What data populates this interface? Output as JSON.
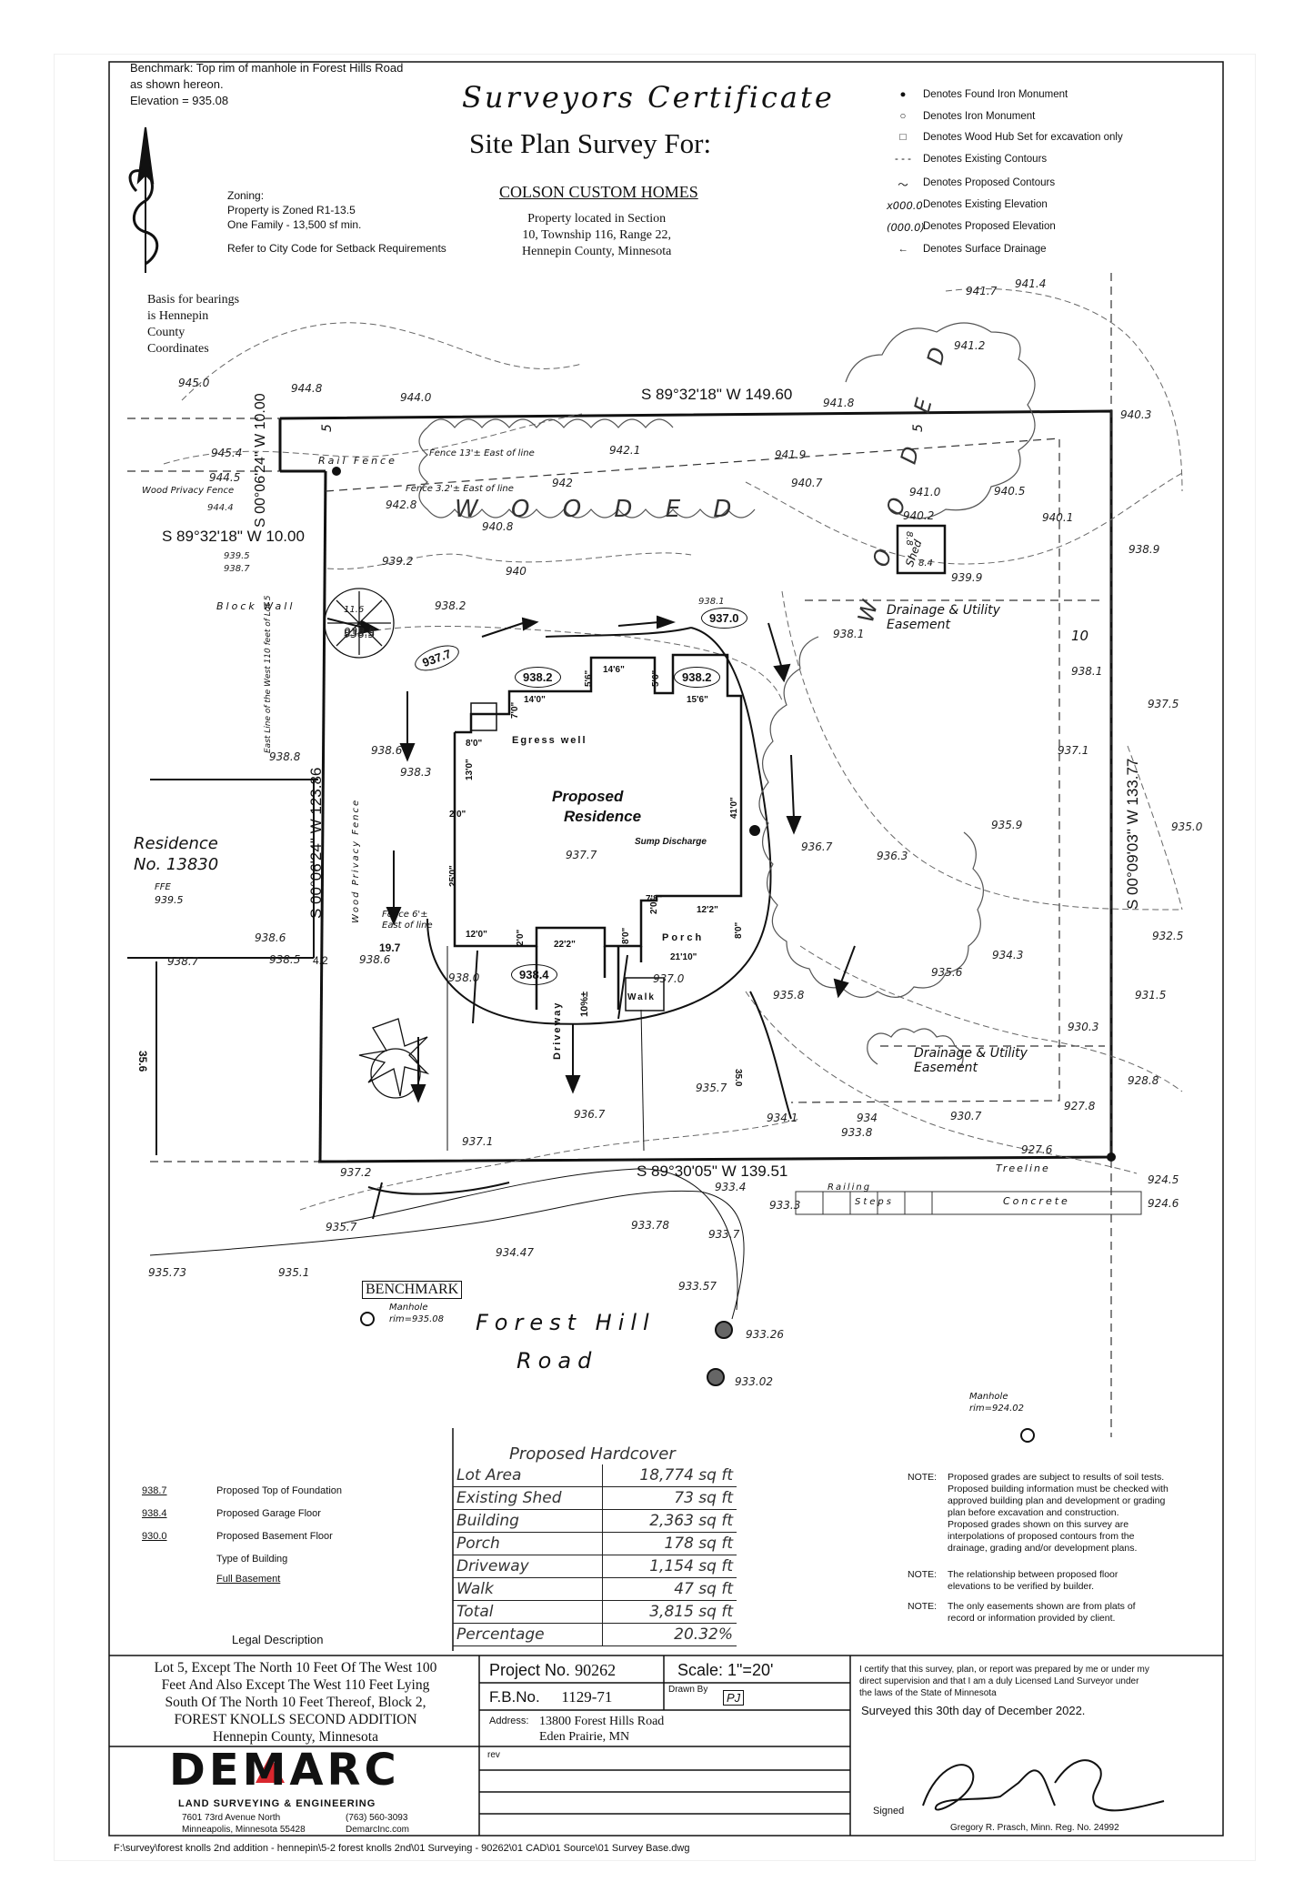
{
  "benchmark_note": [
    "Benchmark: Top rim of manhole in Forest Hills Road",
    "as shown hereon.",
    "Elevation = 935.08"
  ],
  "title": {
    "certificate": "Surveyors Certificate",
    "site_plan": "Site Plan Survey For:",
    "client": "COLSON CUSTOM HOMES",
    "location": [
      "Property located in Section",
      "10, Township 116, Range 22,",
      "Hennepin County, Minnesota"
    ]
  },
  "zoning": {
    "heading": "Zoning:",
    "lines": [
      "Property is Zoned R1-13.5",
      "One Family - 13,500 sf min."
    ],
    "setback": "Refer to City Code for Setback Requirements"
  },
  "bearings_basis": [
    "Basis for bearings",
    "is Hennepin",
    "County",
    "Coordinates"
  ],
  "legend": [
    {
      "symbol": "●",
      "label": "Denotes Found Iron Monument"
    },
    {
      "symbol": "○",
      "label": "Denotes Iron Monument"
    },
    {
      "symbol": "□",
      "label": "Denotes Wood Hub Set for excavation only"
    },
    {
      "symbol": "- - -",
      "label": "Denotes Existing Contours"
    },
    {
      "symbol": "〜",
      "label": "Denotes Proposed Contours"
    },
    {
      "symbol": "x000.0",
      "label": "Denotes Existing Elevation"
    },
    {
      "symbol": "(000.0)",
      "label": "Denotes Proposed Elevation"
    },
    {
      "symbol": "←",
      "label": "Denotes Surface Drainage"
    }
  ],
  "boundary": {
    "north": "S 89°32'18\" W 149.60",
    "south": "S 89°30'05\" W 139.51",
    "east": "S 00°09'03\" W 133.77",
    "west": "S 00°06'24\" W 123.86",
    "west_top": "S 00°06'24\" W 10.00",
    "jog": "S 89°32'18\" W 10.00"
  },
  "plan_labels": {
    "wooded_top": "W O O D E D",
    "wooded_right": "W O O D E D",
    "rail_fence": "Rail Fence",
    "fence_13": "Fence 13'± East of line",
    "fence_32": "Fence 3.2'± East of line",
    "wood_privacy": "Wood Privacy Fence",
    "block_wall": "Block Wall",
    "drainage_1": "Drainage & Utility Easement",
    "drainage_2": "Drainage & Utility Easement",
    "residence": "Residence",
    "residence_no": "No. 13830",
    "ffe": "FFE",
    "ffe_val": "939.5",
    "proposed": "Proposed",
    "residence_label": "Residence",
    "egress": "Egress well",
    "sump": "Sump Discharge",
    "porch": "Porch",
    "walk": "Walk",
    "driveway": "Driveway",
    "driveway_slope": "10%±",
    "shed": "Shed",
    "benchmark": "BENCHMARK",
    "manhole": "Manhole",
    "manhole_rim": "rim=935.08",
    "road1": "Forest Hill",
    "road2": "Road",
    "manhole2": "Manhole",
    "manhole2_rim": "rim=924.02",
    "treeline": "Treeline",
    "concrete": "Concrete",
    "steps": "Steps",
    "railing": "Railing",
    "east_line_lot": "East Line of the West 110 feet of Lot 5",
    "fence_6": "Fence 6'± East of line",
    "wood_privacy_fence": "Wood Privacy Fence"
  },
  "proposed_elevations": [
    "937.7",
    "938.2",
    "938.2",
    "937.0",
    "938.4"
  ],
  "dims": [
    "14'0\"",
    "14'6\"",
    "15'6\"",
    "5'6\"",
    "5'6\"",
    "7'0\"",
    "8'0\"",
    "13'0\"",
    "2'0\"",
    "41'0\"",
    "25'0\"",
    "12'0\"",
    "2'0\"",
    "22'2\"",
    "8'0\"",
    "7'8\"",
    "2'0\"",
    "12'2\"",
    "21'10\"",
    "8'0\"",
    "35.0",
    "35.6",
    "19.7",
    "4.2",
    "10",
    "5",
    "5",
    "11.6",
    "8.4",
    "8.8"
  ],
  "hardcover": {
    "title": "Proposed Hardcover",
    "rows": [
      {
        "label": "Lot Area",
        "value": "18,774 sq ft"
      },
      {
        "label": "Existing Shed",
        "value": "73 sq ft"
      },
      {
        "label": "Building",
        "value": "2,363 sq ft"
      },
      {
        "label": "Porch",
        "value": "178 sq ft"
      },
      {
        "label": "Driveway",
        "value": "1,154 sq ft"
      },
      {
        "label": "Walk",
        "value": "47 sq ft"
      },
      {
        "label": "Total",
        "value": "3,815 sq ft"
      },
      {
        "label": "Percentage",
        "value": "20.32%"
      }
    ]
  },
  "elev_legend": [
    {
      "val": "938.7",
      "label": "Proposed Top of Foundation"
    },
    {
      "val": "938.4",
      "label": "Proposed Garage Floor"
    },
    {
      "val": "930.0",
      "label": "Proposed Basement Floor"
    },
    {
      "val": "",
      "label": "Type of Building"
    },
    {
      "val": "",
      "label": "Full Basement"
    }
  ],
  "notes": [
    {
      "tag": "NOTE:",
      "text": [
        "Proposed grades are subject to results of soil tests.",
        "Proposed building information must be checked with",
        "approved building plan and development or grading",
        "plan before excavation and construction.",
        "Proposed grades shown on this survey are",
        "interpolations of proposed contours from the",
        "drainage, grading and/or development plans."
      ]
    },
    {
      "tag": "NOTE:",
      "text": [
        "The relationship between proposed floor",
        "elevations to be verified by builder."
      ]
    },
    {
      "tag": "NOTE:",
      "text": [
        "The only easements shown are from plats of",
        "record or information provided by client."
      ]
    }
  ],
  "legal": {
    "heading": "Legal Description",
    "lines": [
      "Lot 5, Except The North 10 Feet Of The West 100",
      "Feet And Also Except The West 110 Feet Lying",
      "South Of The North 10 Feet Thereof, Block 2,",
      "FOREST KNOLLS SECOND ADDITION",
      "Hennepin County, Minnesota"
    ]
  },
  "project": {
    "project_label": "Project No.",
    "project_no": "90262",
    "scale": "Scale: 1\"=20'",
    "fb_label": "F.B.No.",
    "fb_no": "1129-71",
    "drawn_by": "Drawn By",
    "drawn_initials": "PJ",
    "address_label": "Address:",
    "address": [
      "13800 Forest Hills Road",
      "Eden Prairie, MN"
    ],
    "rev": "rev"
  },
  "company": {
    "name": "DEMARC",
    "tagline": "LAND SURVEYING & ENGINEERING",
    "address": [
      "7601 73rd Avenue North",
      "Minneapolis, Minnesota 55428"
    ],
    "phone": "(763) 560-3093",
    "web": "DemarcInc.com"
  },
  "certification": {
    "text": [
      "I certify that this survey, plan, or report was prepared by me or under my",
      "direct supervision and that I am a duly Licensed Land Surveyor under",
      "the laws of the State of Minnesota"
    ],
    "surveyed": "Surveyed this 30th day of December 2022.",
    "signed": "Signed",
    "surveyor": "Gregory R. Prasch, Minn. Reg. No. 24992"
  },
  "file_path": "F:\\survey\\forest knolls 2nd addition - hennepin\\5-2 forest knolls 2nd\\01 Surveying - 90262\\01 CAD\\01 Source\\01 Survey Base.dwg",
  "existing_elevations": [
    "945.0",
    "944.8",
    "945.4",
    "944.5",
    "944.4",
    "944.0",
    "939.5",
    "938.7",
    "938.5",
    "938.8",
    "938.6",
    "938.3",
    "938.6",
    "938.5",
    "938.7",
    "938.6",
    "938.0",
    "941.8",
    "942.1",
    "941.9",
    "940.7",
    "941.7",
    "941.4",
    "941.2",
    "940.3",
    "941.0",
    "940.5",
    "940.2",
    "940.1",
    "939.9",
    "938.9",
    "938.1",
    "938.1",
    "938.1",
    "937.5",
    "937.1",
    "935.9",
    "935.0",
    "936.7",
    "936.3",
    "937.7",
    "935.6",
    "934.3",
    "932.5",
    "931.5",
    "930.3",
    "928.8",
    "927.8",
    "930.7",
    "927.6",
    "924.5",
    "924.6",
    "935.7",
    "936.7",
    "934.1",
    "934",
    "933.8",
    "933.4",
    "933.3",
    "933.78",
    "933.7",
    "933.57",
    "933.26",
    "933.02",
    "935.73",
    "935.1",
    "934.47",
    "935.7",
    "937.1",
    "937.2",
    "938.2",
    "939.2",
    "942.8",
    "940.8",
    "942",
    "940",
    "938.5",
    "937.0",
    "935.8"
  ]
}
